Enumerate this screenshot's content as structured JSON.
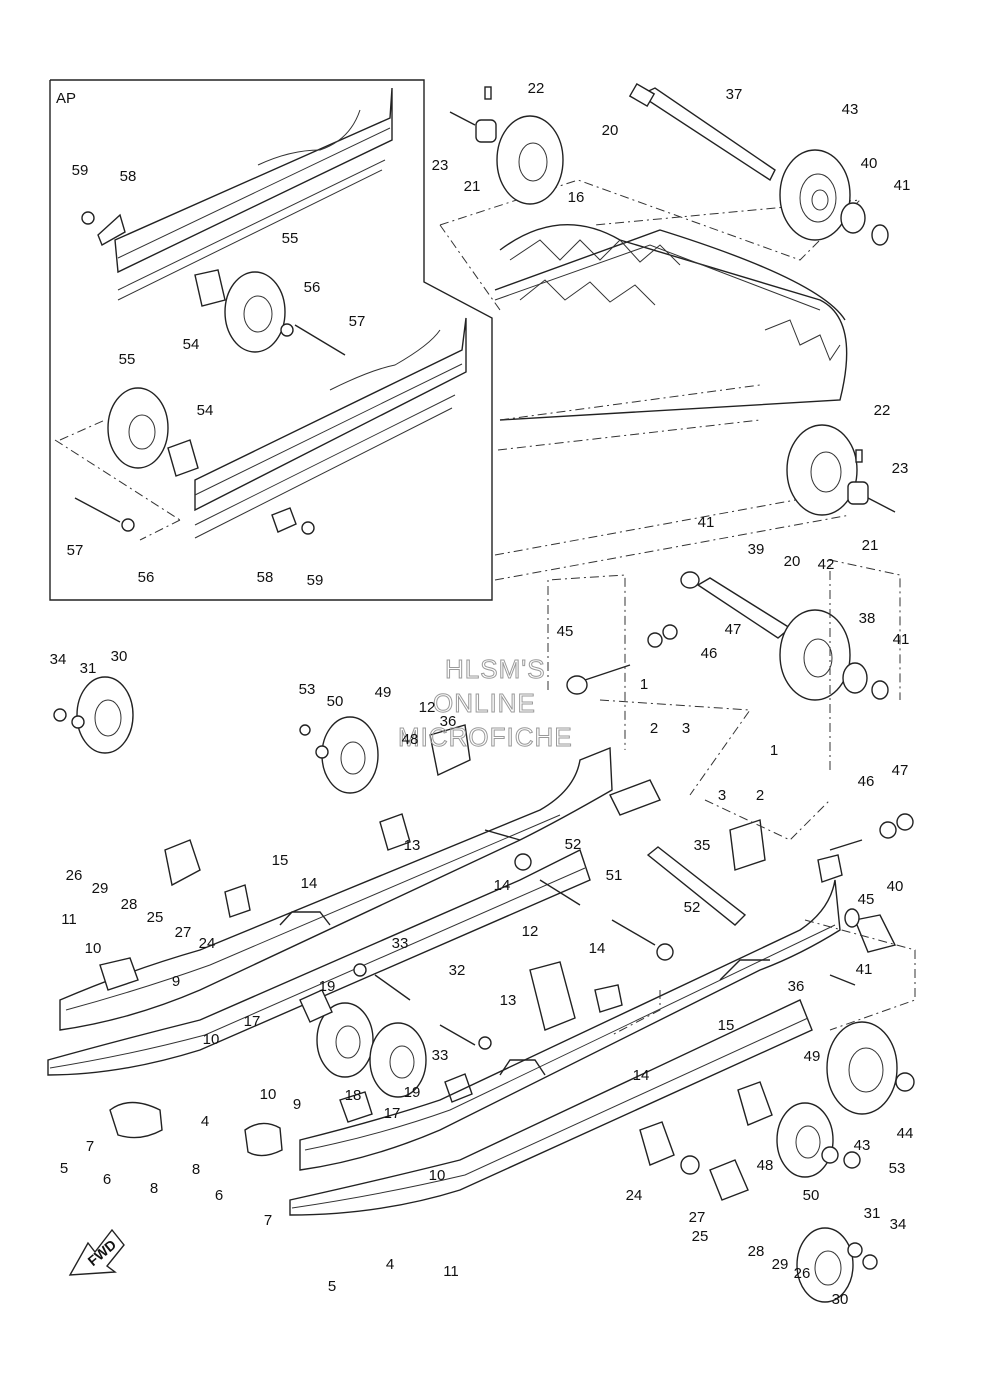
{
  "inset_label": "AP",
  "watermark": [
    "HLSM'S",
    "ONLINE",
    "MICROFICHE"
  ],
  "fwd_label": "FWD",
  "callouts": [
    {
      "id": "c22a",
      "text": "22"
    },
    {
      "id": "c37",
      "text": "37"
    },
    {
      "id": "c43a",
      "text": "43"
    },
    {
      "id": "c23a",
      "text": "23"
    },
    {
      "id": "c21a",
      "text": "21"
    },
    {
      "id": "c20a",
      "text": "20"
    },
    {
      "id": "c16",
      "text": "16"
    },
    {
      "id": "c40a",
      "text": "40"
    },
    {
      "id": "c41a",
      "text": "41"
    },
    {
      "id": "c59a",
      "text": "59"
    },
    {
      "id": "c58a",
      "text": "58"
    },
    {
      "id": "c55a",
      "text": "55"
    },
    {
      "id": "c56a",
      "text": "56"
    },
    {
      "id": "c57a",
      "text": "57"
    },
    {
      "id": "c54a",
      "text": "54"
    },
    {
      "id": "c55b",
      "text": "55"
    },
    {
      "id": "c54b",
      "text": "54"
    },
    {
      "id": "c57b",
      "text": "57"
    },
    {
      "id": "c56b",
      "text": "56"
    },
    {
      "id": "c58b",
      "text": "58"
    },
    {
      "id": "c59b",
      "text": "59"
    },
    {
      "id": "c22b",
      "text": "22"
    },
    {
      "id": "c23b",
      "text": "23"
    },
    {
      "id": "c20b",
      "text": "20"
    },
    {
      "id": "c21b",
      "text": "21"
    },
    {
      "id": "c41b",
      "text": "41"
    },
    {
      "id": "c39",
      "text": "39"
    },
    {
      "id": "c42",
      "text": "42"
    },
    {
      "id": "c45a",
      "text": "45"
    },
    {
      "id": "c47a",
      "text": "47"
    },
    {
      "id": "c46a",
      "text": "46"
    },
    {
      "id": "c38",
      "text": "38"
    },
    {
      "id": "c41c",
      "text": "41"
    },
    {
      "id": "c34a",
      "text": "34"
    },
    {
      "id": "c31a",
      "text": "31"
    },
    {
      "id": "c30a",
      "text": "30"
    },
    {
      "id": "c53a",
      "text": "53"
    },
    {
      "id": "c50a",
      "text": "50"
    },
    {
      "id": "c49a",
      "text": "49"
    },
    {
      "id": "c12a",
      "text": "12"
    },
    {
      "id": "c36a",
      "text": "36"
    },
    {
      "id": "c48a",
      "text": "48"
    },
    {
      "id": "c1a",
      "text": "1"
    },
    {
      "id": "c2a",
      "text": "2"
    },
    {
      "id": "c3a",
      "text": "3"
    },
    {
      "id": "c1b",
      "text": "1"
    },
    {
      "id": "c2b",
      "text": "2"
    },
    {
      "id": "c3b",
      "text": "3"
    },
    {
      "id": "c46b",
      "text": "46"
    },
    {
      "id": "c47b",
      "text": "47"
    },
    {
      "id": "c13a",
      "text": "13"
    },
    {
      "id": "c15a",
      "text": "15"
    },
    {
      "id": "c14a",
      "text": "14"
    },
    {
      "id": "c14b",
      "text": "14"
    },
    {
      "id": "c52a",
      "text": "52"
    },
    {
      "id": "c35",
      "text": "35"
    },
    {
      "id": "c45b",
      "text": "45"
    },
    {
      "id": "c40b",
      "text": "40"
    },
    {
      "id": "c26a",
      "text": "26"
    },
    {
      "id": "c29a",
      "text": "29"
    },
    {
      "id": "c28a",
      "text": "28"
    },
    {
      "id": "c25a",
      "text": "25"
    },
    {
      "id": "c27a",
      "text": "27"
    },
    {
      "id": "c24a",
      "text": "24"
    },
    {
      "id": "c51",
      "text": "51"
    },
    {
      "id": "c52b",
      "text": "52"
    },
    {
      "id": "c11a",
      "text": "11"
    },
    {
      "id": "c10a",
      "text": "10"
    },
    {
      "id": "c9a",
      "text": "9"
    },
    {
      "id": "c33a",
      "text": "33"
    },
    {
      "id": "c19a",
      "text": "19"
    },
    {
      "id": "c32",
      "text": "32"
    },
    {
      "id": "c12b",
      "text": "12"
    },
    {
      "id": "c14c",
      "text": "14"
    },
    {
      "id": "c13b",
      "text": "13"
    },
    {
      "id": "c41d",
      "text": "41"
    },
    {
      "id": "c36b",
      "text": "36"
    },
    {
      "id": "c17a",
      "text": "17"
    },
    {
      "id": "c10b",
      "text": "10"
    },
    {
      "id": "c15b",
      "text": "15"
    },
    {
      "id": "c14d",
      "text": "14"
    },
    {
      "id": "c18",
      "text": "18"
    },
    {
      "id": "c33b",
      "text": "33"
    },
    {
      "id": "c19b",
      "text": "19"
    },
    {
      "id": "c17b",
      "text": "17"
    },
    {
      "id": "c49b",
      "text": "49"
    },
    {
      "id": "c43b",
      "text": "43"
    },
    {
      "id": "c44",
      "text": "44"
    },
    {
      "id": "c4a",
      "text": "4"
    },
    {
      "id": "c10c",
      "text": "10"
    },
    {
      "id": "c9b",
      "text": "9"
    },
    {
      "id": "c7a",
      "text": "7"
    },
    {
      "id": "c6a",
      "text": "6"
    },
    {
      "id": "c8a",
      "text": "8"
    },
    {
      "id": "c5a",
      "text": "5"
    },
    {
      "id": "c8b",
      "text": "8"
    },
    {
      "id": "c6b",
      "text": "6"
    },
    {
      "id": "c10d",
      "text": "10"
    },
    {
      "id": "c48b",
      "text": "48"
    },
    {
      "id": "c53b",
      "text": "53"
    },
    {
      "id": "c24b",
      "text": "24"
    },
    {
      "id": "c27b",
      "text": "27"
    },
    {
      "id": "c50b",
      "text": "50"
    },
    {
      "id": "c7b",
      "text": "7"
    },
    {
      "id": "c25b",
      "text": "25"
    },
    {
      "id": "c28b",
      "text": "28"
    },
    {
      "id": "c29b",
      "text": "29"
    },
    {
      "id": "c26b",
      "text": "26"
    },
    {
      "id": "c31b",
      "text": "31"
    },
    {
      "id": "c34b",
      "text": "34"
    },
    {
      "id": "c4b",
      "text": "4"
    },
    {
      "id": "c5b",
      "text": "5"
    },
    {
      "id": "c11b",
      "text": "11"
    },
    {
      "id": "c30b",
      "text": "30"
    }
  ]
}
